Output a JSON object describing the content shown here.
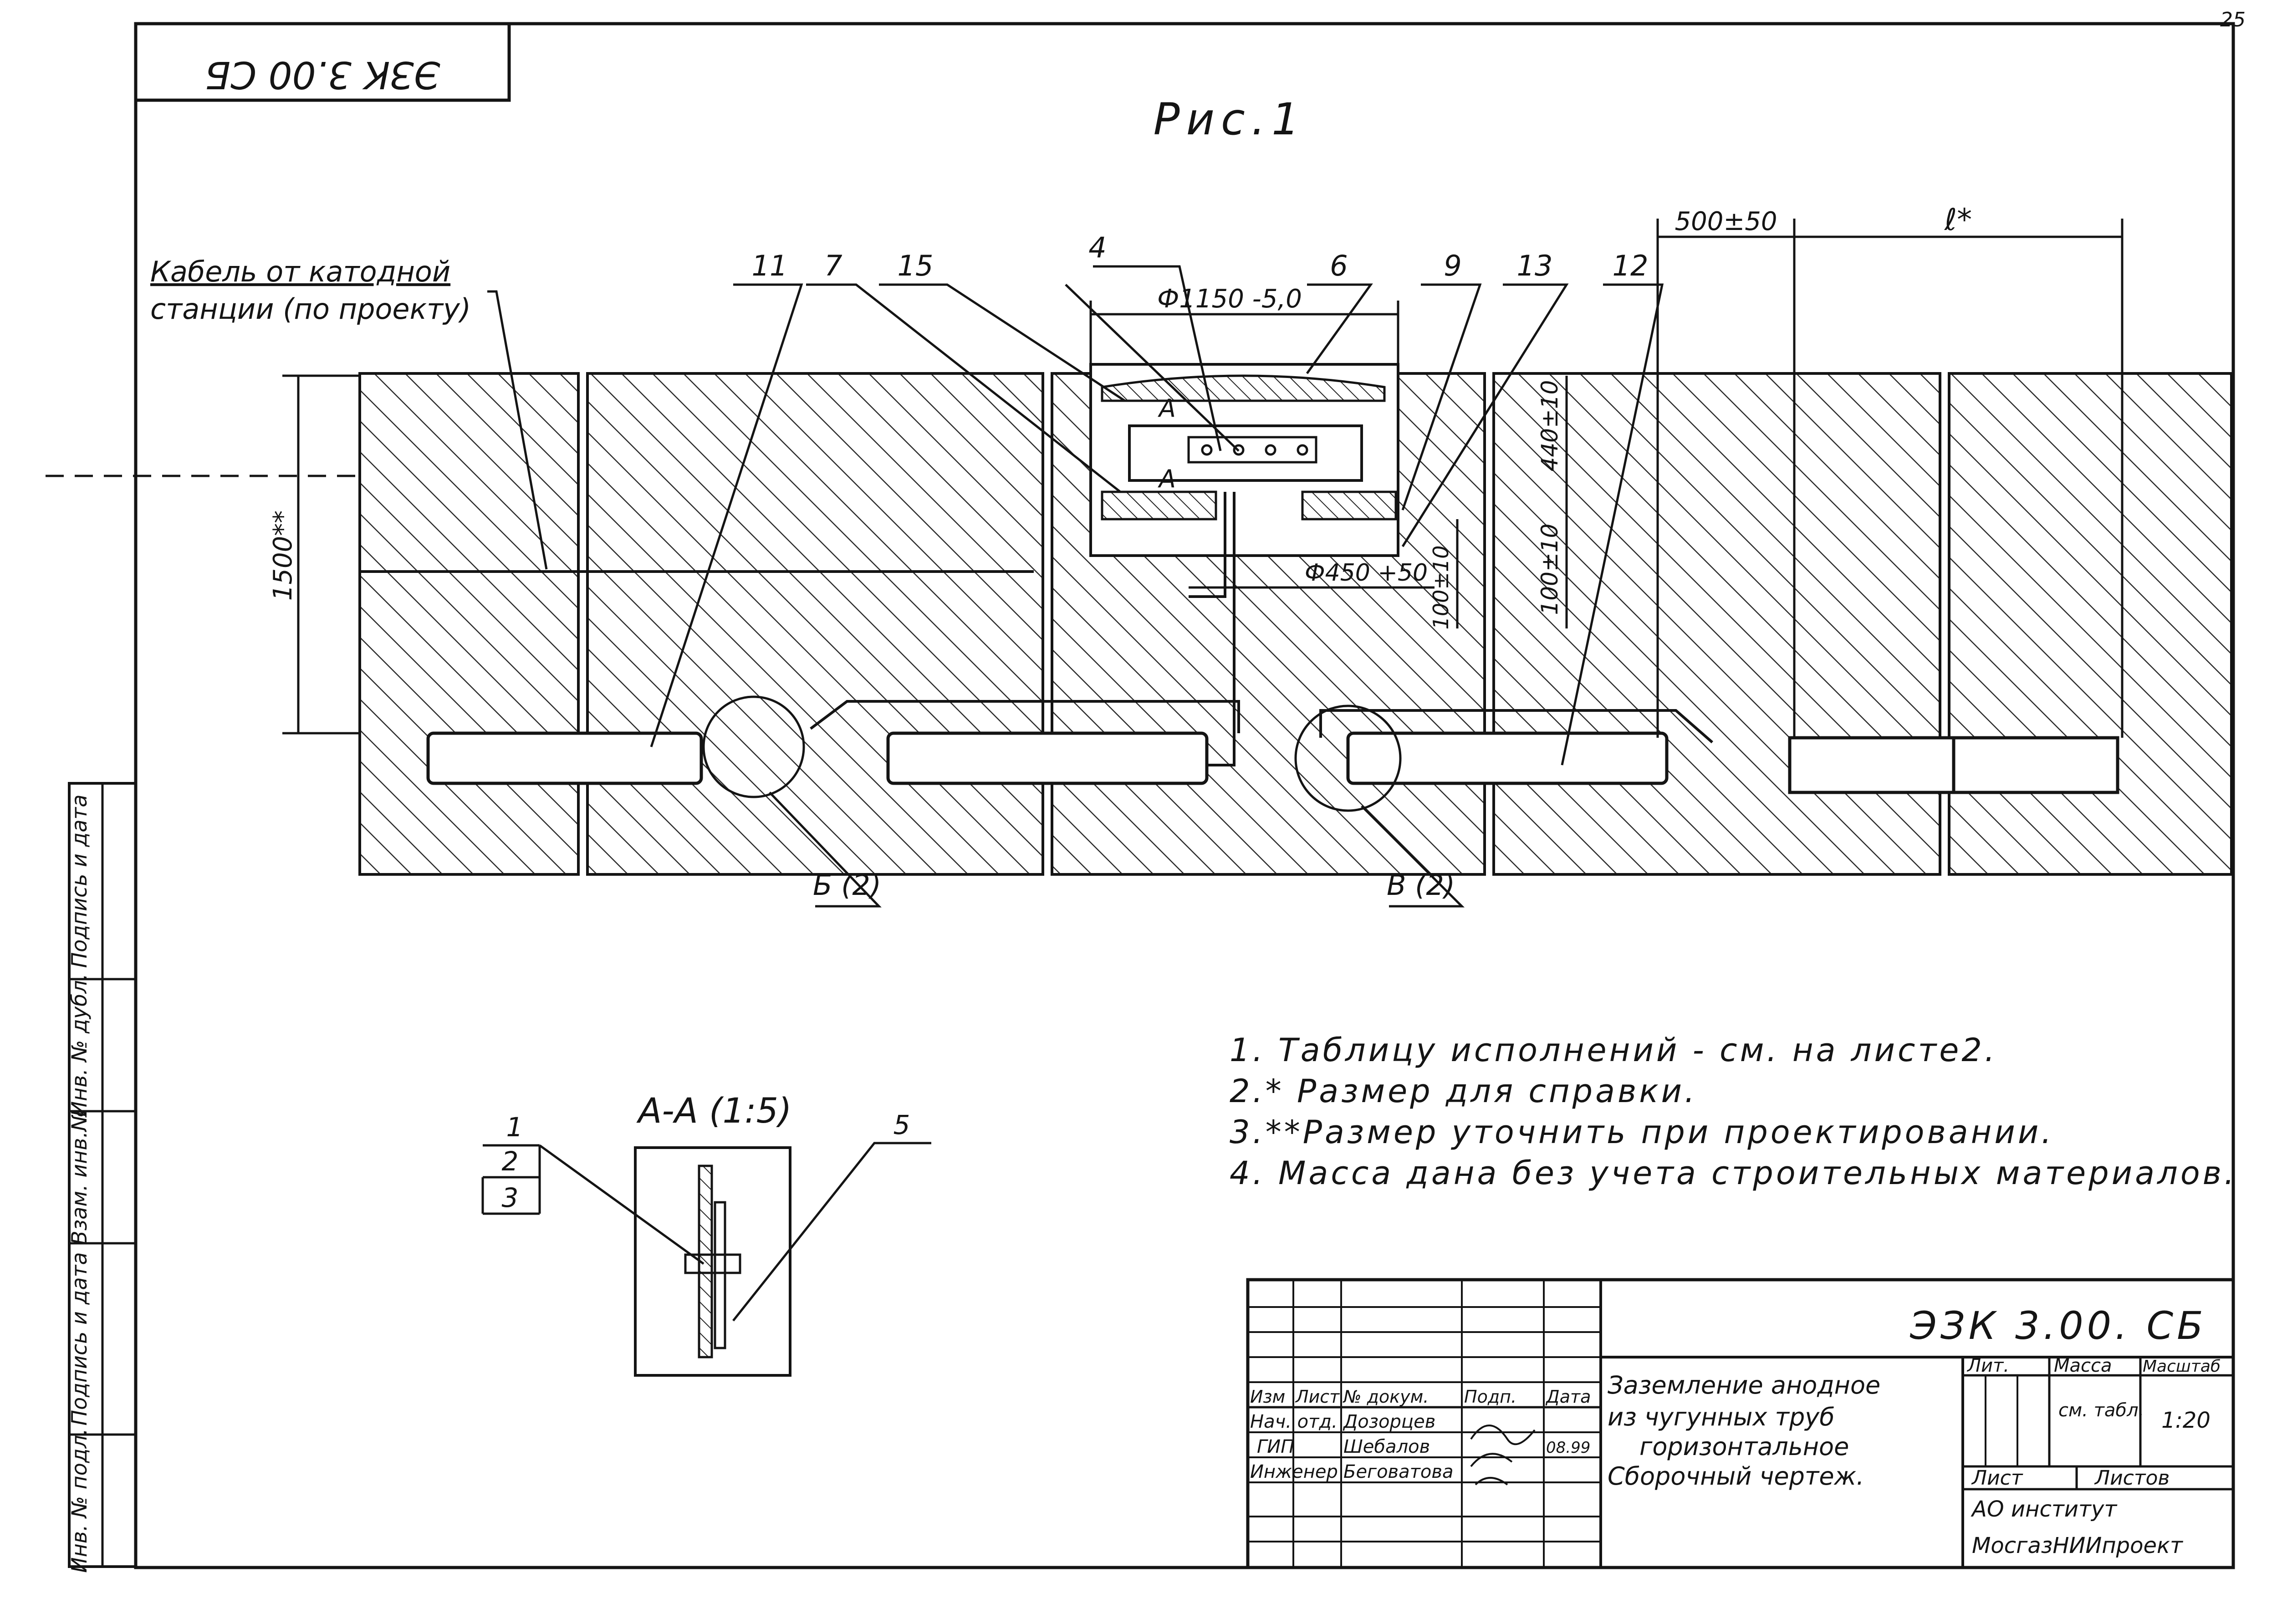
{
  "sheet_number": "25",
  "stamp_rotated": "ЭЗК 3.00 СБ",
  "figure_title": "Рис.1",
  "cable_label_line1": "Кабель от катодной",
  "cable_label_line2": "станции (по проекту)",
  "callouts": [
    "11",
    "7",
    "15",
    "4",
    "6",
    "9",
    "13",
    "12"
  ],
  "dimensions": {
    "diameter_outer": "Ф1150 -5,0",
    "diameter_inner": "Ф450 +50",
    "depth": "1500**",
    "h_440": "440±10",
    "h_100a": "100±10",
    "h_100b": "100±10",
    "gap": "500±50",
    "length": "ℓ*"
  },
  "section_marks": [
    "А",
    "А"
  ],
  "details": [
    "Б (2)",
    "В (2)"
  ],
  "section_view": {
    "title": "А-А (1:5)",
    "callouts": [
      "1",
      "2",
      "3",
      "5"
    ]
  },
  "notes": [
    "1. Таблицу исполнений - см. на листе2.",
    "2.* Размер для справки.",
    "3.**Размер уточнить при проектировании.",
    "4. Масса дана без учета строительных материалов."
  ],
  "side_strip": [
    "Инв. № подл.",
    "Подпись и дата",
    "Взам. инв.№",
    "Инв. № дубл.",
    "Подпись и дата"
  ],
  "title_block": {
    "doc_code": "ЭЗК 3.00. СБ",
    "header": [
      "Изм",
      "Лист",
      "№ докум.",
      "Подп.",
      "Дата"
    ],
    "rows": [
      {
        "role": "Нач. отд.",
        "name": "Дозорцев",
        "date": ""
      },
      {
        "role": "ГИП",
        "name": "Шебалов",
        "date": "08.99"
      },
      {
        "role": "Инженер",
        "name": "Беговатова",
        "date": ""
      }
    ],
    "name_lines": [
      "Заземление анодное",
      "из чугунных труб",
      "горизонтальное",
      "Сборочный чертеж."
    ],
    "col_headers": [
      "Лит.",
      "Масса",
      "Масштаб"
    ],
    "mass": "см. табл.",
    "scale": "1:20",
    "sheet_label": "Лист",
    "sheets_label": "Листов",
    "org_line1": "АО институт",
    "org_line2": "МосгазНИИпроект"
  }
}
